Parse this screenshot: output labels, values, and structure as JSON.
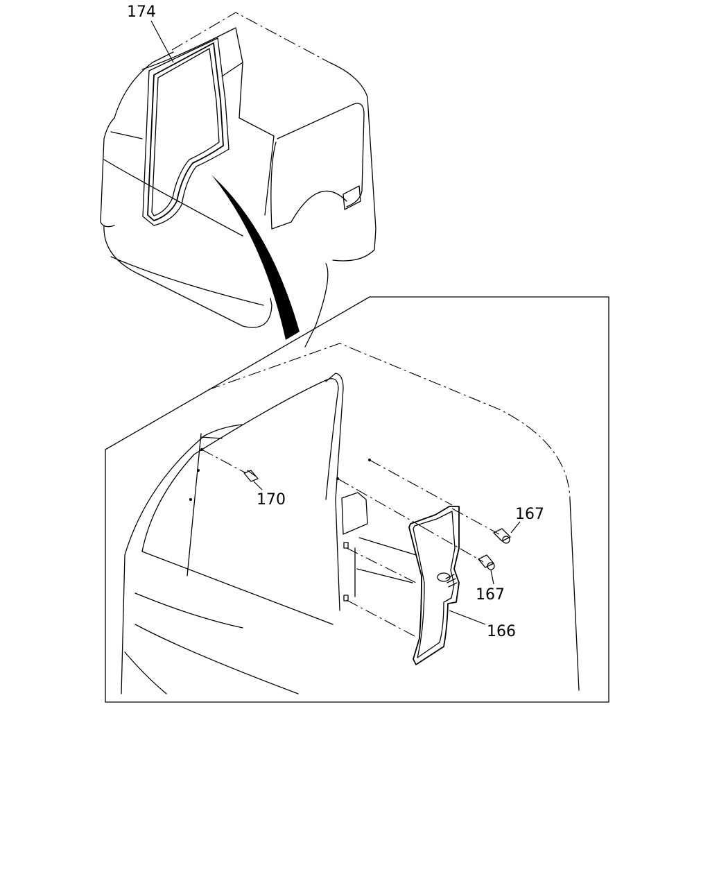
{
  "callouts": {
    "door_seal": "174",
    "clip_upper": "167",
    "clip_lower": "167",
    "clip_pillar": "170",
    "trim_panel": "166"
  },
  "colors": {
    "line": "#000000",
    "background": "#ffffff"
  }
}
